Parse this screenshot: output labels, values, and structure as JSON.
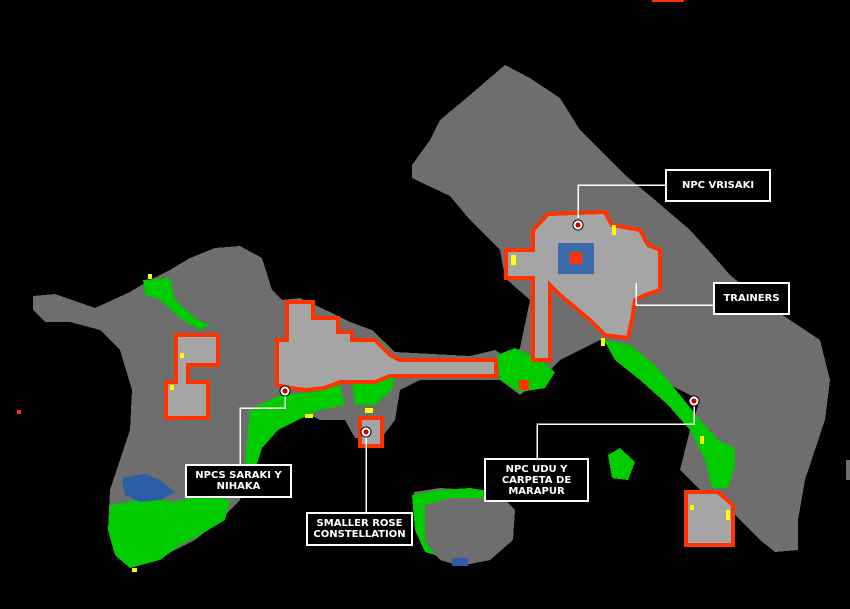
{
  "map": {
    "colors": {
      "background": "#000000",
      "land": "#6e6e6e",
      "path": "#a5a5a5",
      "wall": "#ff3300",
      "grass": "#00cc00",
      "water": "#2a5fa8",
      "highlight": "#ffff00",
      "label_border": "#ffffff"
    },
    "markers": [
      {
        "id": "vrisaki",
        "icon": "npc-marker-icon"
      },
      {
        "id": "trainers",
        "icon": "none"
      },
      {
        "id": "udu",
        "icon": "npc-marker-icon"
      },
      {
        "id": "saraki",
        "icon": "npc-marker-icon"
      },
      {
        "id": "rose",
        "icon": "constellation-marker-icon"
      }
    ]
  },
  "labels": {
    "vrisaki": "NPC VRISAKI",
    "trainers": "TRAINERS",
    "udu": "NPC UDU Y CARPETA DE MARAPUR",
    "saraki": "NPCS SARAKI Y NIHAKA",
    "rose": "SMALLER ROSE CONSTELLATION"
  }
}
